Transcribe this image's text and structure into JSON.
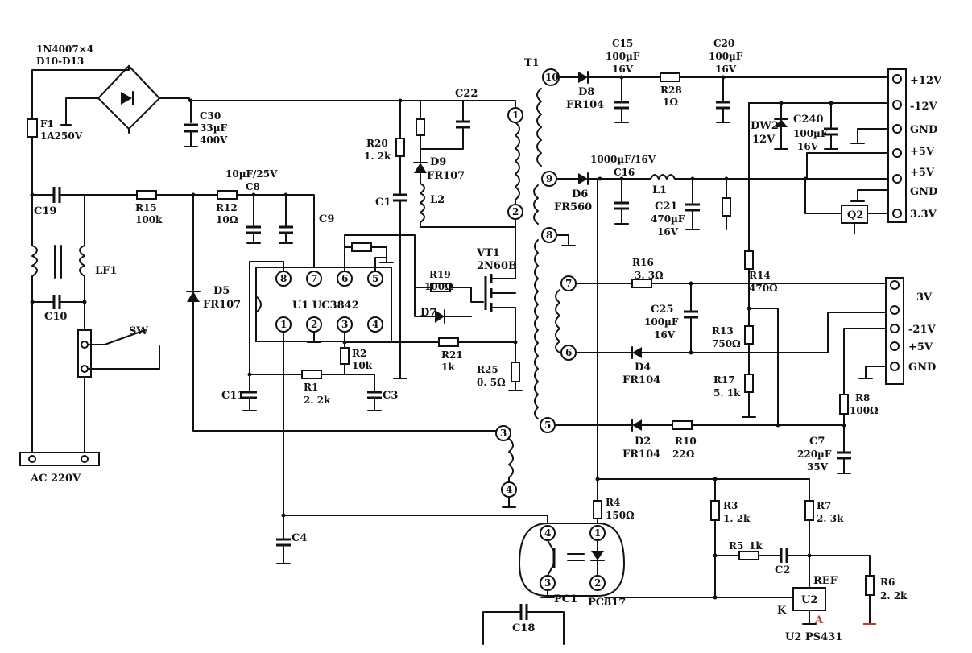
{
  "labels": {
    "bridge_type": "1N4007×4",
    "bridge_ref": "D10-D13",
    "F1": "F1",
    "F1_val": "1A250V",
    "C30": "C30",
    "C30_v1": "33µF",
    "C30_v2": "400V",
    "C19": "C19",
    "R15": "R15",
    "R15_val": "100k",
    "LF1": "LF1",
    "C10": "C10",
    "SW": "SW",
    "AC": "AC 220V",
    "C8_val": "10µF/25V",
    "C8": "C8",
    "R12": "R12",
    "R12_val": "10Ω",
    "C9": "C9",
    "D5": "D5",
    "D5_val": "FR107",
    "U1": "U1 UC3842",
    "C11": "C11",
    "R1": "R1",
    "R1_val": "2. 2k",
    "R2": "R2",
    "R2_val": "10k",
    "C3": "C3",
    "R20": "R20",
    "R20_val": "1. 2k",
    "D9": "D9",
    "D9_val": "FR107",
    "L2": "L2",
    "C1": "C1",
    "C22": "C22",
    "R19": "R19",
    "R19_val": "100Ω",
    "D7": "D7",
    "VT1": "VT1",
    "VT1_val": "2N60B",
    "R21": "R21",
    "R21_val": "1k",
    "R25": "R25",
    "R25_val": "0. 5Ω",
    "C4": "C4",
    "T1": "T1",
    "D8": "D8",
    "D8_val": "FR104",
    "C15": "C15",
    "C15_v1": "100µF",
    "C15_v2": "16V",
    "R28": "R28",
    "R28_val": "1Ω",
    "C20": "C20",
    "C20_v1": "100µF",
    "C20_v2": "16V",
    "DW2": "DW2",
    "DW2_val": "12V",
    "C240": "C240",
    "C240_v1": "100µF",
    "C240_v2": "16V",
    "C16_top": "1000µF/16V",
    "C16": "C16",
    "D6": "D6",
    "D6_val": "FR560",
    "L1": "L1",
    "C21": "C21",
    "C21_v1": "470µF",
    "C21_v2": "16V",
    "Q2": "Q2",
    "R14": "R14",
    "R14_val": "470Ω",
    "R16": "R16",
    "R16_val": "3. 3Ω",
    "C25": "C25",
    "C25_v1": "100µF",
    "C25_v2": "16V",
    "R13": "R13",
    "R13_val": "750Ω",
    "D4": "D4",
    "D4_val": "FR104",
    "R17": "R17",
    "R17_val": "5. 1k",
    "D2": "D2",
    "D2_val": "FR104",
    "R10": "R10",
    "R10_val": "22Ω",
    "R8": "R8",
    "R8_val": "100Ω",
    "C7": "C7",
    "C7_v1": "220µF",
    "C7_v2": "35V",
    "R4": "R4",
    "R4_val": "150Ω",
    "PC1": "PC1",
    "PC817": "PC817",
    "R3": "R3",
    "R3_val": "1. 2k",
    "R7": "R7",
    "R7_val": "2. 3k",
    "R5": "R5",
    "R5_val": "1k",
    "C2": "C2",
    "REF": "REF",
    "K": "K",
    "A": "A",
    "U2": "U2",
    "U2_bottom": "U2 PS431",
    "R6": "R6",
    "R6_val": "2. 2k",
    "C18": "C18"
  },
  "connector1": [
    "+12V",
    "-12V",
    "GND",
    "+5V",
    "+5V",
    "GND",
    "3.3V"
  ],
  "connector2": [
    "3V",
    "-21V",
    "+5V",
    "GND"
  ],
  "chip_pins_top": [
    "8",
    "7",
    "6",
    "5"
  ],
  "chip_pins_bottom": [
    "1",
    "2",
    "3",
    "4"
  ],
  "transformer_pins": [
    "10",
    "9",
    "8",
    "7",
    "6",
    "5",
    "1",
    "2",
    "3",
    "4"
  ],
  "optocoupler_pins": [
    "4",
    "1",
    "3",
    "2"
  ]
}
